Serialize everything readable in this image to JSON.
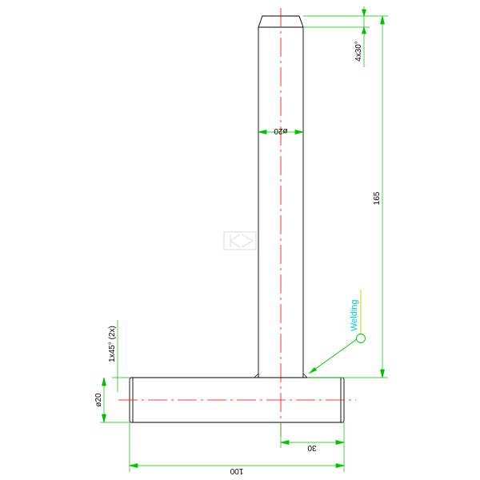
{
  "dimensions": {
    "total_height": "165",
    "chamfer_top": "4x30°",
    "pin_diameter": "ø20",
    "base_chamfer": "1x45° (2x)",
    "base_diameter": "ø20",
    "offset": "30",
    "base_length": "100"
  },
  "callout": {
    "welding": "Welding"
  },
  "colors": {
    "outline": "#000000",
    "centerline": "#ff0000",
    "dimension": "#00c000",
    "callout": "#00c8d8",
    "leader": "#d0d000",
    "watermark": "#dcdcdc"
  }
}
